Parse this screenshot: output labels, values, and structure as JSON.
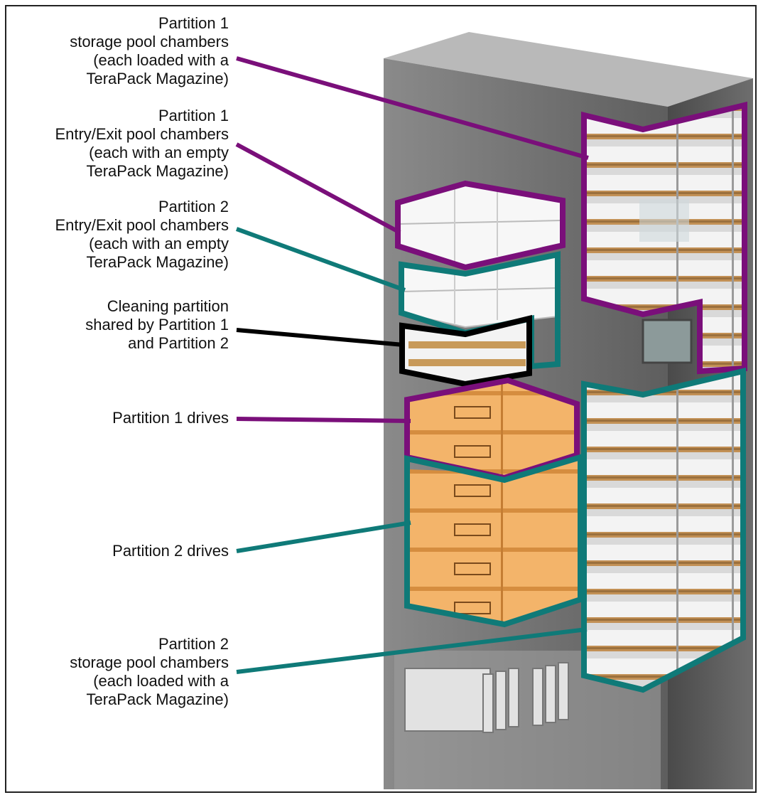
{
  "colors": {
    "partition1": "#7a0f7a",
    "partition2": "#0f7a78",
    "cleaning": "#000000",
    "cabinet": "#6b6b6b",
    "drive": "#f2b36b",
    "tape": "#c89a5a"
  },
  "labels": {
    "p1_storage": {
      "line1": "Partition 1",
      "line2": "storage pool chambers",
      "line3": "(each loaded with a",
      "line4": "TeraPack Magazine)"
    },
    "p1_entry": {
      "line1": "Partition 1",
      "line2": "Entry/Exit pool chambers",
      "line3": "(each with an empty",
      "line4": "TeraPack Magazine)"
    },
    "p2_entry": {
      "line1": "Partition 2",
      "line2": "Entry/Exit pool chambers",
      "line3": "(each with an empty",
      "line4": "TeraPack Magazine)"
    },
    "cleaning": {
      "line1": "Cleaning partition",
      "line2": "shared by Partition 1",
      "line3": "and Partition 2"
    },
    "p1_drives": {
      "line1": "Partition 1 drives"
    },
    "p2_drives": {
      "line1": "Partition 2 drives"
    },
    "p2_storage": {
      "line1": "Partition 2",
      "line2": "storage pool chambers",
      "line3": "(each loaded with a",
      "line4": "TeraPack Magazine)"
    }
  }
}
